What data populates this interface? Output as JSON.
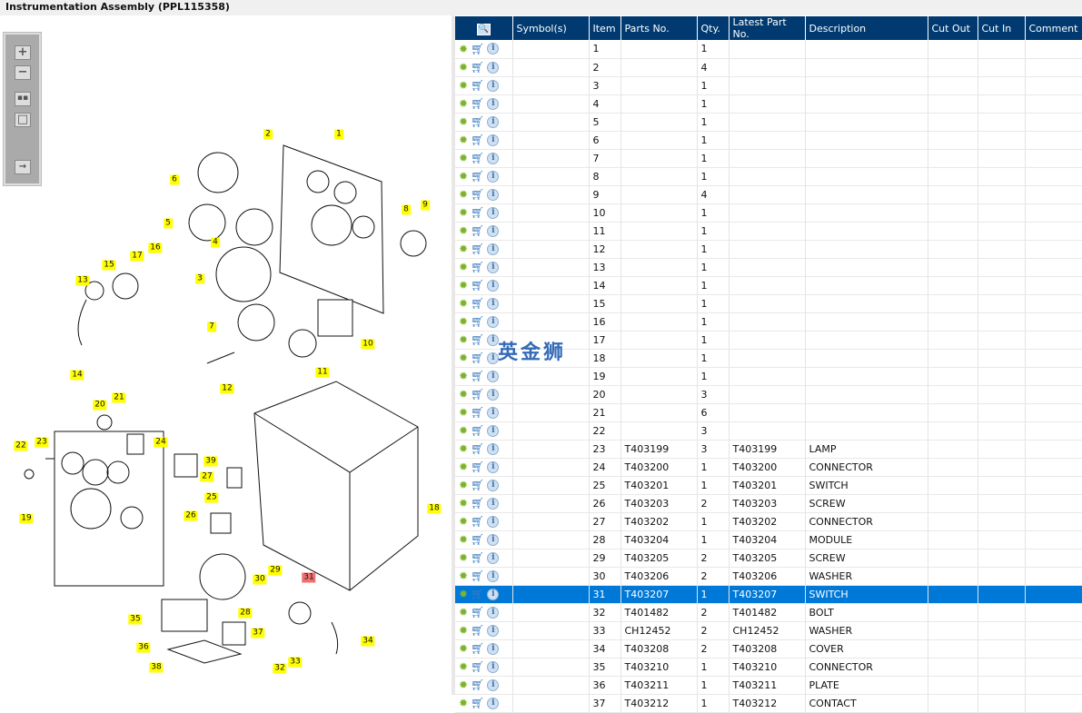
{
  "title": "Instrumentation Assembly (PPL115358)",
  "watermark": "英金狮",
  "toolbar": {
    "zoom_in": "+",
    "zoom_out": "−"
  },
  "columns": [
    "Symbol(s)",
    "Item",
    "Parts No.",
    "Qty.",
    "Latest Part No.",
    "Description",
    "Cut Out",
    "Cut In",
    "Comment"
  ],
  "callouts": [
    "1",
    "2",
    "3",
    "4",
    "5",
    "6",
    "7",
    "8",
    "9",
    "10",
    "11",
    "12",
    "13",
    "14",
    "15",
    "16",
    "17",
    "18",
    "19",
    "20",
    "21",
    "22",
    "23",
    "24",
    "25",
    "26",
    "27",
    "28",
    "29",
    "30",
    "31",
    "32",
    "33",
    "34",
    "35",
    "36",
    "37",
    "38",
    "39"
  ],
  "selected_item": "31",
  "rows": [
    [
      "1",
      "",
      "1",
      "",
      ""
    ],
    [
      "2",
      "",
      "4",
      "",
      ""
    ],
    [
      "3",
      "",
      "1",
      "",
      ""
    ],
    [
      "4",
      "",
      "1",
      "",
      ""
    ],
    [
      "5",
      "",
      "1",
      "",
      ""
    ],
    [
      "6",
      "",
      "1",
      "",
      ""
    ],
    [
      "7",
      "",
      "1",
      "",
      ""
    ],
    [
      "8",
      "",
      "1",
      "",
      ""
    ],
    [
      "9",
      "",
      "4",
      "",
      ""
    ],
    [
      "10",
      "",
      "1",
      "",
      ""
    ],
    [
      "11",
      "",
      "1",
      "",
      ""
    ],
    [
      "12",
      "",
      "1",
      "",
      ""
    ],
    [
      "13",
      "",
      "1",
      "",
      ""
    ],
    [
      "14",
      "",
      "1",
      "",
      ""
    ],
    [
      "15",
      "",
      "1",
      "",
      ""
    ],
    [
      "16",
      "",
      "1",
      "",
      ""
    ],
    [
      "17",
      "",
      "1",
      "",
      ""
    ],
    [
      "18",
      "",
      "1",
      "",
      ""
    ],
    [
      "19",
      "",
      "1",
      "",
      ""
    ],
    [
      "20",
      "",
      "3",
      "",
      ""
    ],
    [
      "21",
      "",
      "6",
      "",
      ""
    ],
    [
      "22",
      "",
      "3",
      "",
      ""
    ],
    [
      "23",
      "T403199",
      "3",
      "T403199",
      "LAMP"
    ],
    [
      "24",
      "T403200",
      "1",
      "T403200",
      "CONNECTOR"
    ],
    [
      "25",
      "T403201",
      "1",
      "T403201",
      "SWITCH"
    ],
    [
      "26",
      "T403203",
      "2",
      "T403203",
      "SCREW"
    ],
    [
      "27",
      "T403202",
      "1",
      "T403202",
      "CONNECTOR"
    ],
    [
      "28",
      "T403204",
      "1",
      "T403204",
      "MODULE"
    ],
    [
      "29",
      "T403205",
      "2",
      "T403205",
      "SCREW"
    ],
    [
      "30",
      "T403206",
      "2",
      "T403206",
      "WASHER"
    ],
    [
      "31",
      "T403207",
      "1",
      "T403207",
      "SWITCH"
    ],
    [
      "32",
      "T401482",
      "2",
      "T401482",
      "BOLT"
    ],
    [
      "33",
      "CH12452",
      "2",
      "CH12452",
      "WASHER"
    ],
    [
      "34",
      "T403208",
      "2",
      "T403208",
      "COVER"
    ],
    [
      "35",
      "T403210",
      "1",
      "T403210",
      "CONNECTOR"
    ],
    [
      "36",
      "T403211",
      "1",
      "T403211",
      "PLATE"
    ],
    [
      "37",
      "T403212",
      "1",
      "T403212",
      "CONTACT"
    ]
  ]
}
